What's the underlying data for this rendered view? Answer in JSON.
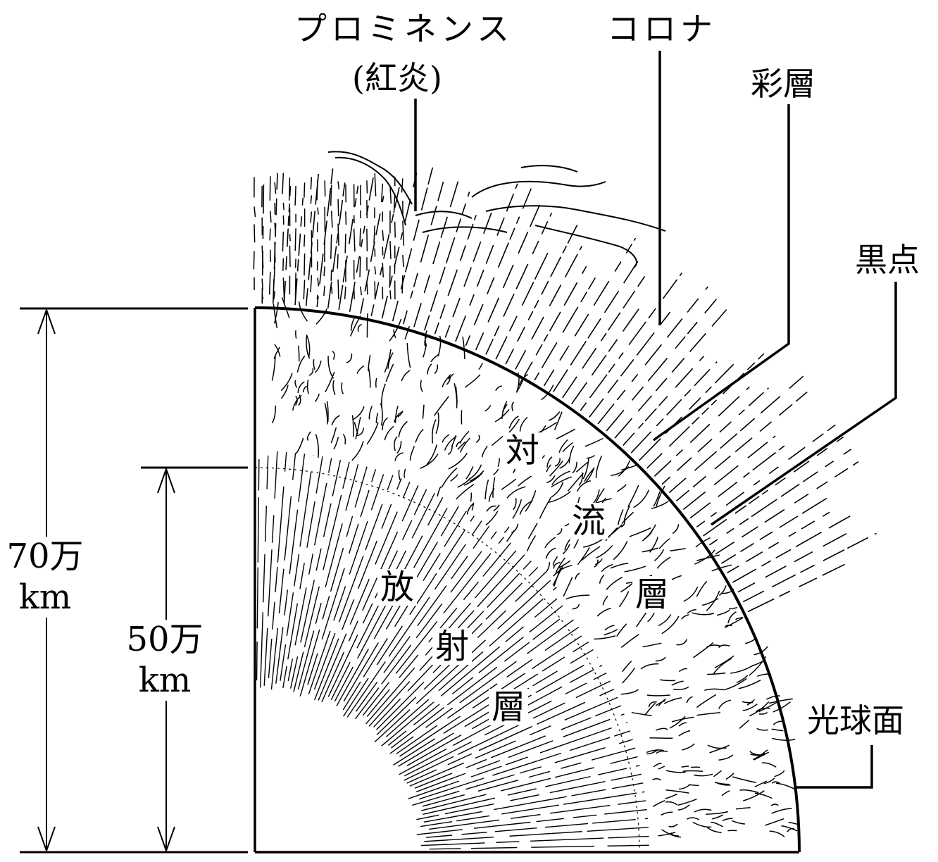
{
  "labels": {
    "prominence": "プロミネンス",
    "prominence_sub": "(紅炎)",
    "corona": "コロナ",
    "chromosphere": "彩層",
    "sunspot": "黒点",
    "photosphere": "光球面",
    "convection_1": "対",
    "convection_2": "流",
    "convection_3": "層",
    "radiation_1": "放",
    "radiation_2": "射",
    "radiation_3": "層"
  },
  "dimensions": {
    "outer_value": "70万",
    "outer_unit": "km",
    "inner_value": "50万",
    "inner_unit": "km"
  },
  "colors": {
    "ink": "#000000",
    "paper": "#ffffff"
  }
}
